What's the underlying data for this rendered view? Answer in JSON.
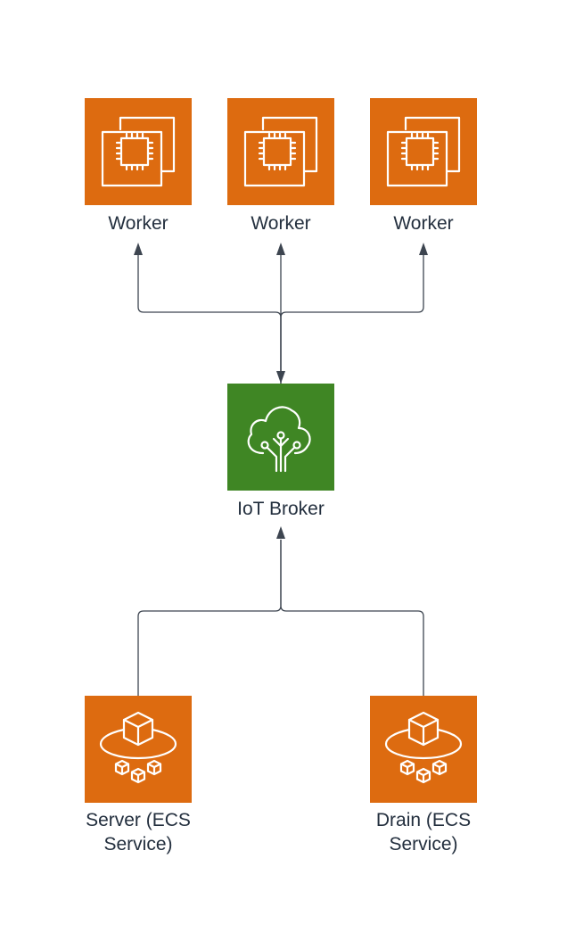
{
  "colors": {
    "compute": "#dd6b10",
    "iot": "#3f8624",
    "icon": "#ffffff",
    "connector": "#3d4550",
    "label": "#232f3e"
  },
  "nodes": {
    "worker1": {
      "label": "Worker",
      "icon": "ec2-instances-icon"
    },
    "worker2": {
      "label": "Worker",
      "icon": "ec2-instances-icon"
    },
    "worker3": {
      "label": "Worker",
      "icon": "ec2-instances-icon"
    },
    "broker": {
      "label": "IoT Broker",
      "icon": "iot-core-icon"
    },
    "server": {
      "label_line1": "Server (ECS",
      "label_line2": "Service)",
      "icon": "ecs-service-icon"
    },
    "drain": {
      "label_line1": "Drain (ECS",
      "label_line2": "Service)",
      "icon": "ecs-service-icon"
    }
  },
  "edges": [
    {
      "from": "broker",
      "to": "worker1",
      "arrow_at": "to"
    },
    {
      "from": "broker",
      "to": "worker2",
      "arrow_at": "both"
    },
    {
      "from": "broker",
      "to": "worker3",
      "arrow_at": "to"
    },
    {
      "from": "server",
      "to": "broker",
      "arrow_at": "to"
    },
    {
      "from": "drain",
      "to": "broker",
      "arrow_at": "to"
    }
  ]
}
